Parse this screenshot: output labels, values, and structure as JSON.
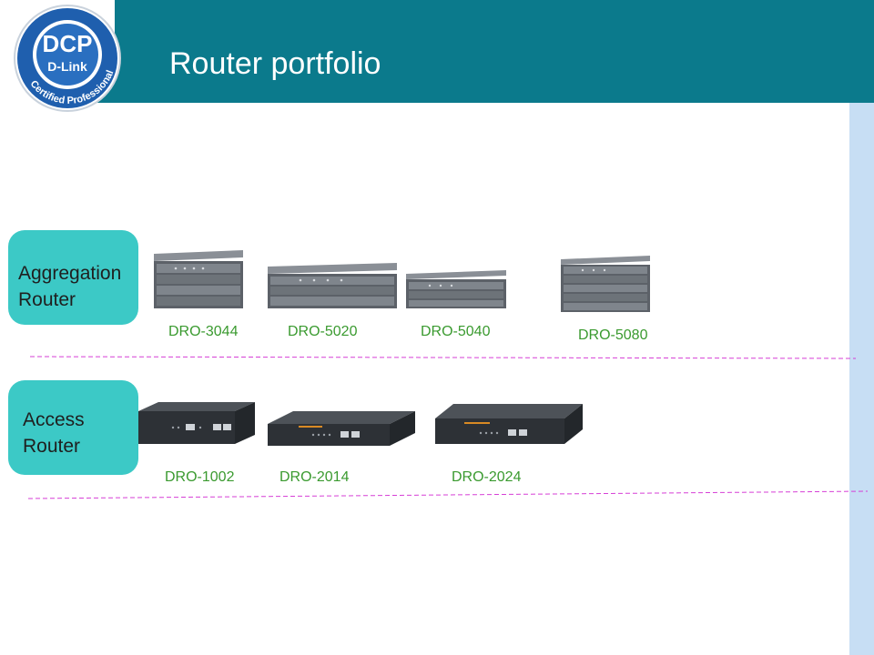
{
  "header": {
    "title": "Router portfolio",
    "brand_color": "#0b7a8c",
    "logo": {
      "main": "DCP",
      "sub": "D-Link",
      "ring": "Certified Professional"
    }
  },
  "sections": [
    {
      "label_line1": "Aggregation",
      "label_line2": "Router",
      "models": [
        "DRO-3044",
        "DRO-5020",
        "DRO-5040",
        "DRO-5080"
      ]
    },
    {
      "label_line1": "Access",
      "label_line2": "Router",
      "models": [
        "DRO-1002",
        "DRO-2014",
        "DRO-2024"
      ]
    }
  ],
  "colors": {
    "category_bg": "#3cc9c6",
    "model_text": "#3a9a2f",
    "separator": "#d63fd6",
    "sidebar": "#c7def4"
  }
}
